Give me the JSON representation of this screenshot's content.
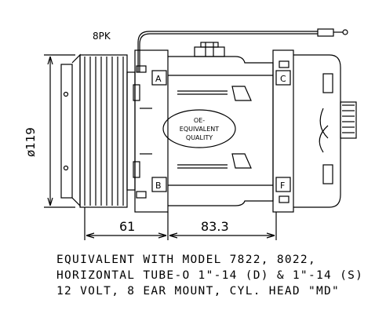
{
  "labels": {
    "pulley": "8PK",
    "diameter": "ø119",
    "dim_left": "61",
    "dim_right": "83.3",
    "port_a": "A",
    "port_b": "B",
    "port_c": "C",
    "port_f": "F",
    "stamp": [
      "OE-",
      "EQUIVALENT",
      "QUALITY"
    ]
  },
  "notes": [
    "EQUIVALENT WITH MODEL 7822, 8022,",
    "HORIZONTAL TUBE-O 1\"-14 (D) & 1\"-14 (S)",
    "12 VOLT, 8 EAR MOUNT, CYL. HEAD \"MD\""
  ]
}
